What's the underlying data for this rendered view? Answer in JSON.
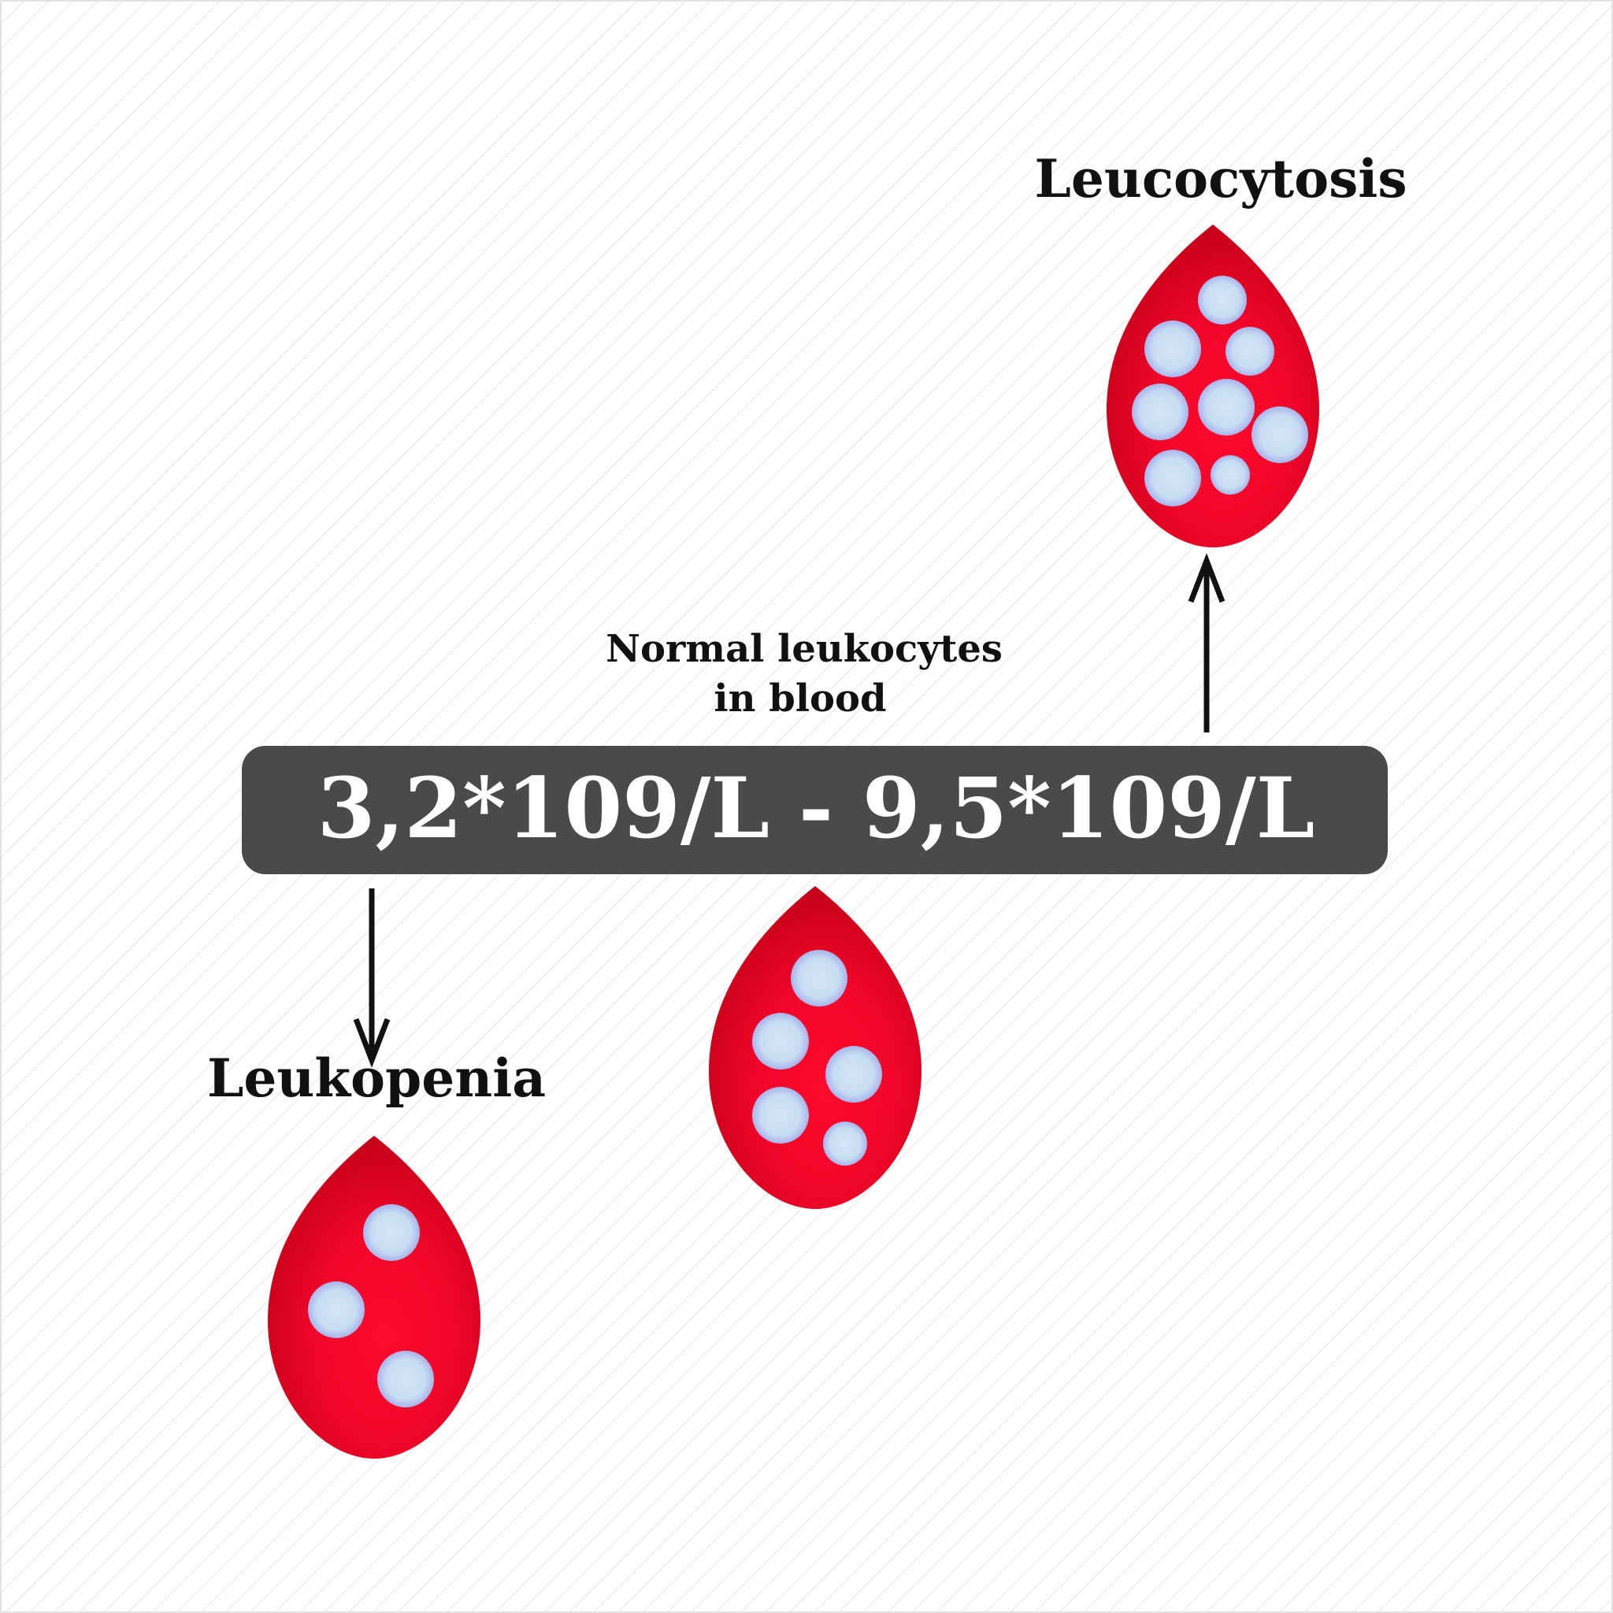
{
  "labels": {
    "high": "Leucocytosis",
    "low": "Leukopenia",
    "normal_line1": "Normal leukocytes",
    "normal_line2": "in blood"
  },
  "range": {
    "text": "3,2*109/L - 9,5*109/L"
  },
  "colors": {
    "drop_light": "#ff0a2e",
    "drop_dark": "#c50018",
    "cell_fill": "#c8dcf2",
    "cell_edge": "#a8b4ec",
    "bar": "#4a4a4a",
    "arrow": "#111111",
    "hatch": "#e6e6e6"
  }
}
